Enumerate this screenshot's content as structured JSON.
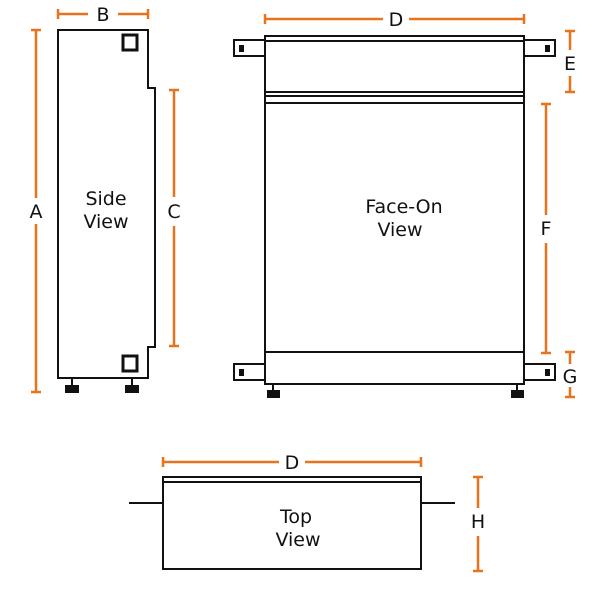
{
  "labels": {
    "A": "A",
    "B": "B",
    "C": "C",
    "D_face": "D",
    "E": "E",
    "F": "F",
    "G": "G",
    "D_top": "D",
    "H": "H"
  },
  "views": {
    "side": [
      "Side",
      "View"
    ],
    "face": [
      "Face-On",
      "View"
    ],
    "top": [
      "Top",
      "View"
    ]
  },
  "colors": {
    "dimension": "#e8731d",
    "outline": "#111111"
  }
}
